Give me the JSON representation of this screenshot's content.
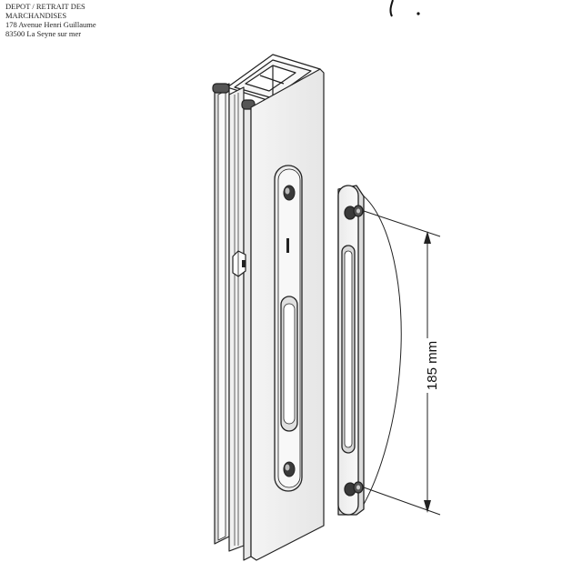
{
  "address": {
    "line1": "DEPOT / RETRAIT DES",
    "line2": "MARCHANDISES",
    "line3": "178 Avenue Henri Guillaume",
    "line4": "83500 La Seyne sur mer"
  },
  "dimension": {
    "label": "185 mm"
  }
}
